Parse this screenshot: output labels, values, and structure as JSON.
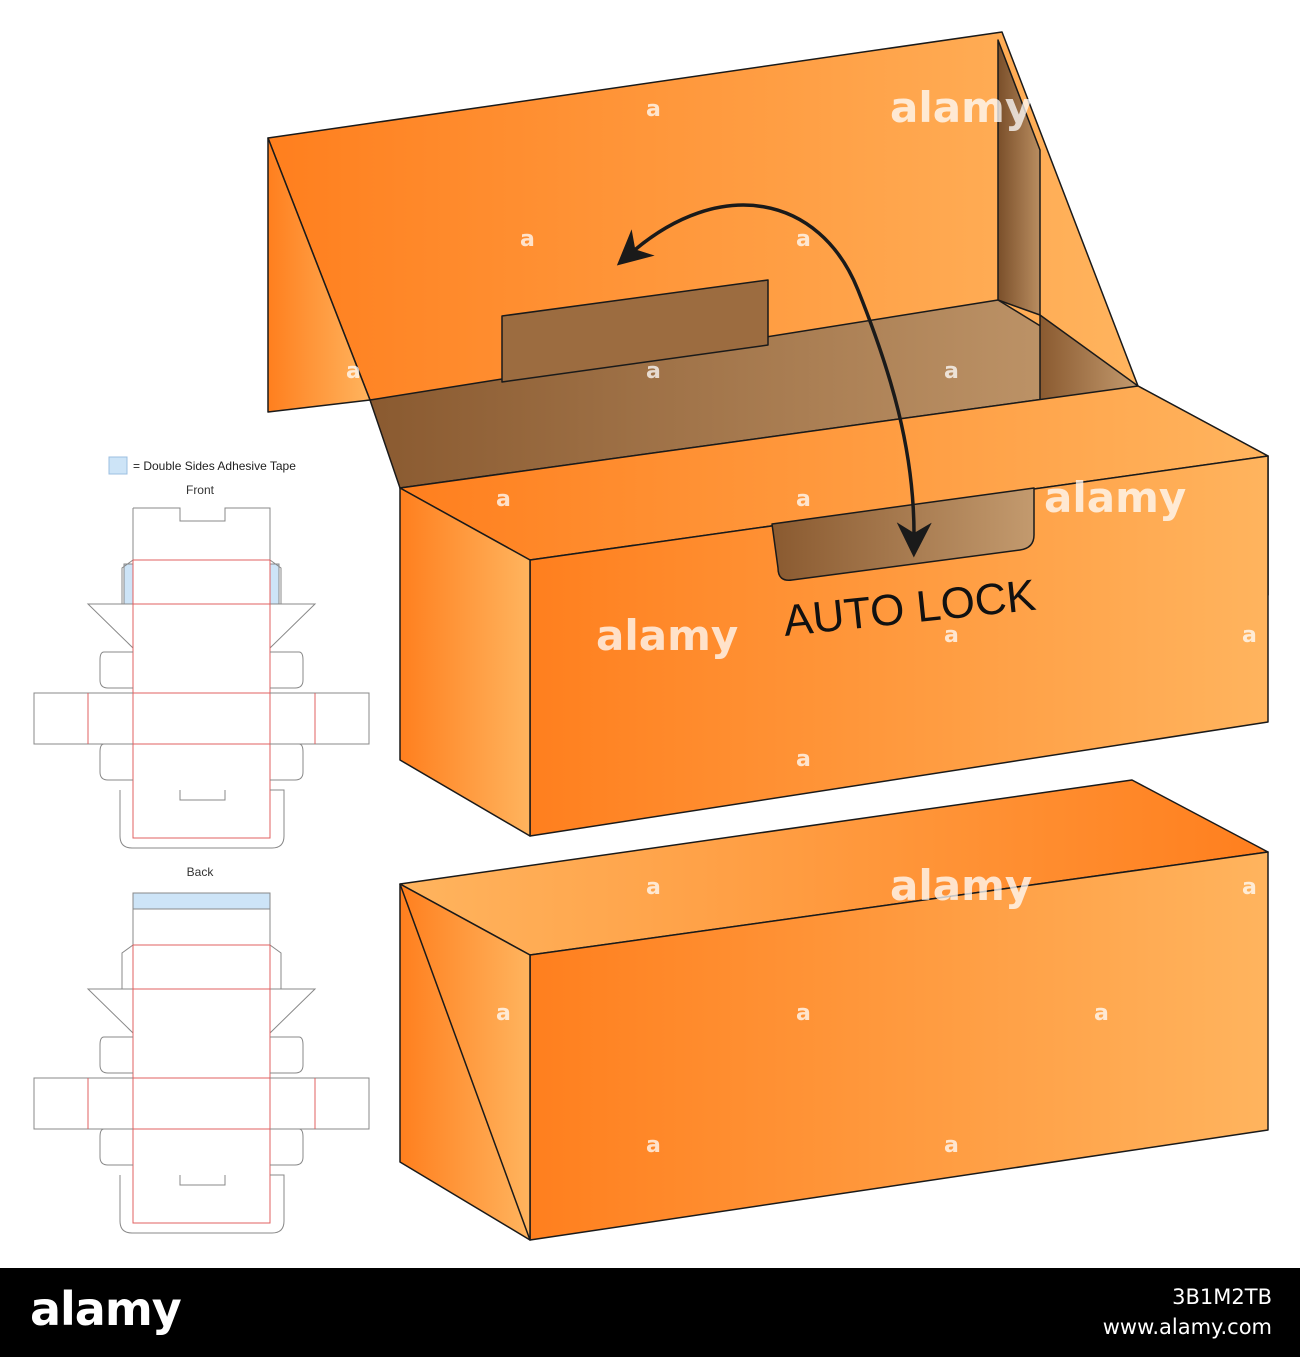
{
  "legend": {
    "text": "= Double Sides Adhesive Tape",
    "swatch_color": "#cde4f7"
  },
  "dieline": {
    "front_label": "Front",
    "back_label": "Back",
    "cut_color": "#888888",
    "crease_color": "#e06060"
  },
  "box": {
    "callout": "AUTO LOCK",
    "outer_color_dark": "#ff7f1e",
    "outer_color_light": "#ffb45e",
    "inner_color_dark": "#8a5a30",
    "inner_color_light": "#c39a6e",
    "arrow_icon": "double-headed-curved-arrow"
  },
  "watermark": {
    "text": "alamy",
    "mark": "a"
  },
  "footer": {
    "brand": "alamy",
    "image_id": "3B1M2TB",
    "site": "www.alamy.com"
  }
}
